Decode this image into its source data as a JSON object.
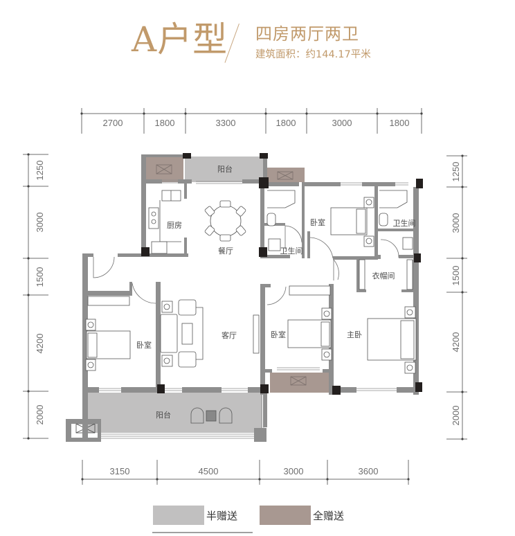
{
  "header": {
    "type_title": "A户型",
    "layout": "四房两厅两卫",
    "area": "建筑面积：约144.17平米"
  },
  "dimensions": {
    "top": [
      "2700",
      "1800",
      "3300",
      "1800",
      "3000",
      "1800"
    ],
    "bottom": [
      "3150",
      "4500",
      "3000",
      "3600"
    ],
    "left": [
      "1250",
      "3000",
      "1500",
      "4200",
      "2000"
    ],
    "right": [
      "1250",
      "3000",
      "1500",
      "4200",
      "2000"
    ]
  },
  "rooms": {
    "balcony_north": "阳台",
    "kitchen": "厨房",
    "dining": "餐厅",
    "bathroom_1": "卫生间",
    "bedroom_north": "卧室",
    "bathroom_2": "卫生间",
    "walkin_closet": "衣帽间",
    "bedroom_west": "卧室",
    "living": "客厅",
    "bedroom_middle": "卧室",
    "master_bedroom": "主卧",
    "balcony_south": "阳台"
  },
  "legend": [
    {
      "label": "半赠送",
      "color": "#c1c0c0"
    },
    {
      "label": "全赠送",
      "color": "#a89891"
    }
  ],
  "colors": {
    "accent": "#c19a6b",
    "wall": "#8e8e8e",
    "column": "#231f1e",
    "half_gift": "#c1c0c0",
    "full_gift": "#a89891"
  }
}
